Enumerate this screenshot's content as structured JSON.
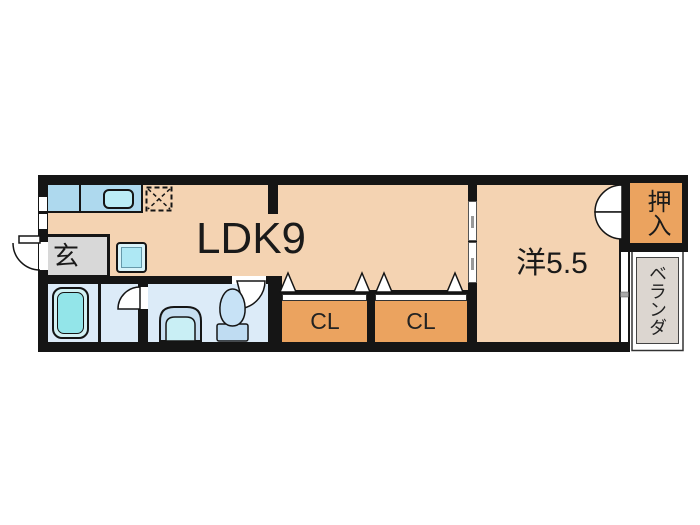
{
  "plan": {
    "rooms": {
      "ldk": {
        "label": "LDK9"
      },
      "western_room": {
        "label": "洋5.5"
      },
      "closet_left": {
        "label": "CL"
      },
      "closet_right": {
        "label": "CL"
      },
      "entrance": {
        "label": "玄"
      },
      "oshiire": {
        "label": "押入"
      },
      "veranda": {
        "label": "ベランダ"
      }
    },
    "colors": {
      "wall": "#151515",
      "room_floor": "#F4D3B2",
      "closet_fill": "#EBA35F",
      "wet_area_floor": "#DCEBF8",
      "kitchen_counter": "#AED9EE",
      "sink": "#BCEDF6",
      "bathtub": "#93E5E9",
      "entrance_floor": "#D8D8D8",
      "veranda_floor": "#DCD6D0",
      "fixture_blue": "#C7E2F6",
      "background": "#FFFFFF"
    },
    "fixtures": [
      "kitchen-counter",
      "kitchen-sink",
      "refrigerator-space",
      "washing-machine-space",
      "bathtub",
      "washbasin",
      "toilet",
      "entrance-door",
      "interior-doors",
      "closet-folding-doors",
      "sliding-door",
      "balcony-window"
    ]
  }
}
